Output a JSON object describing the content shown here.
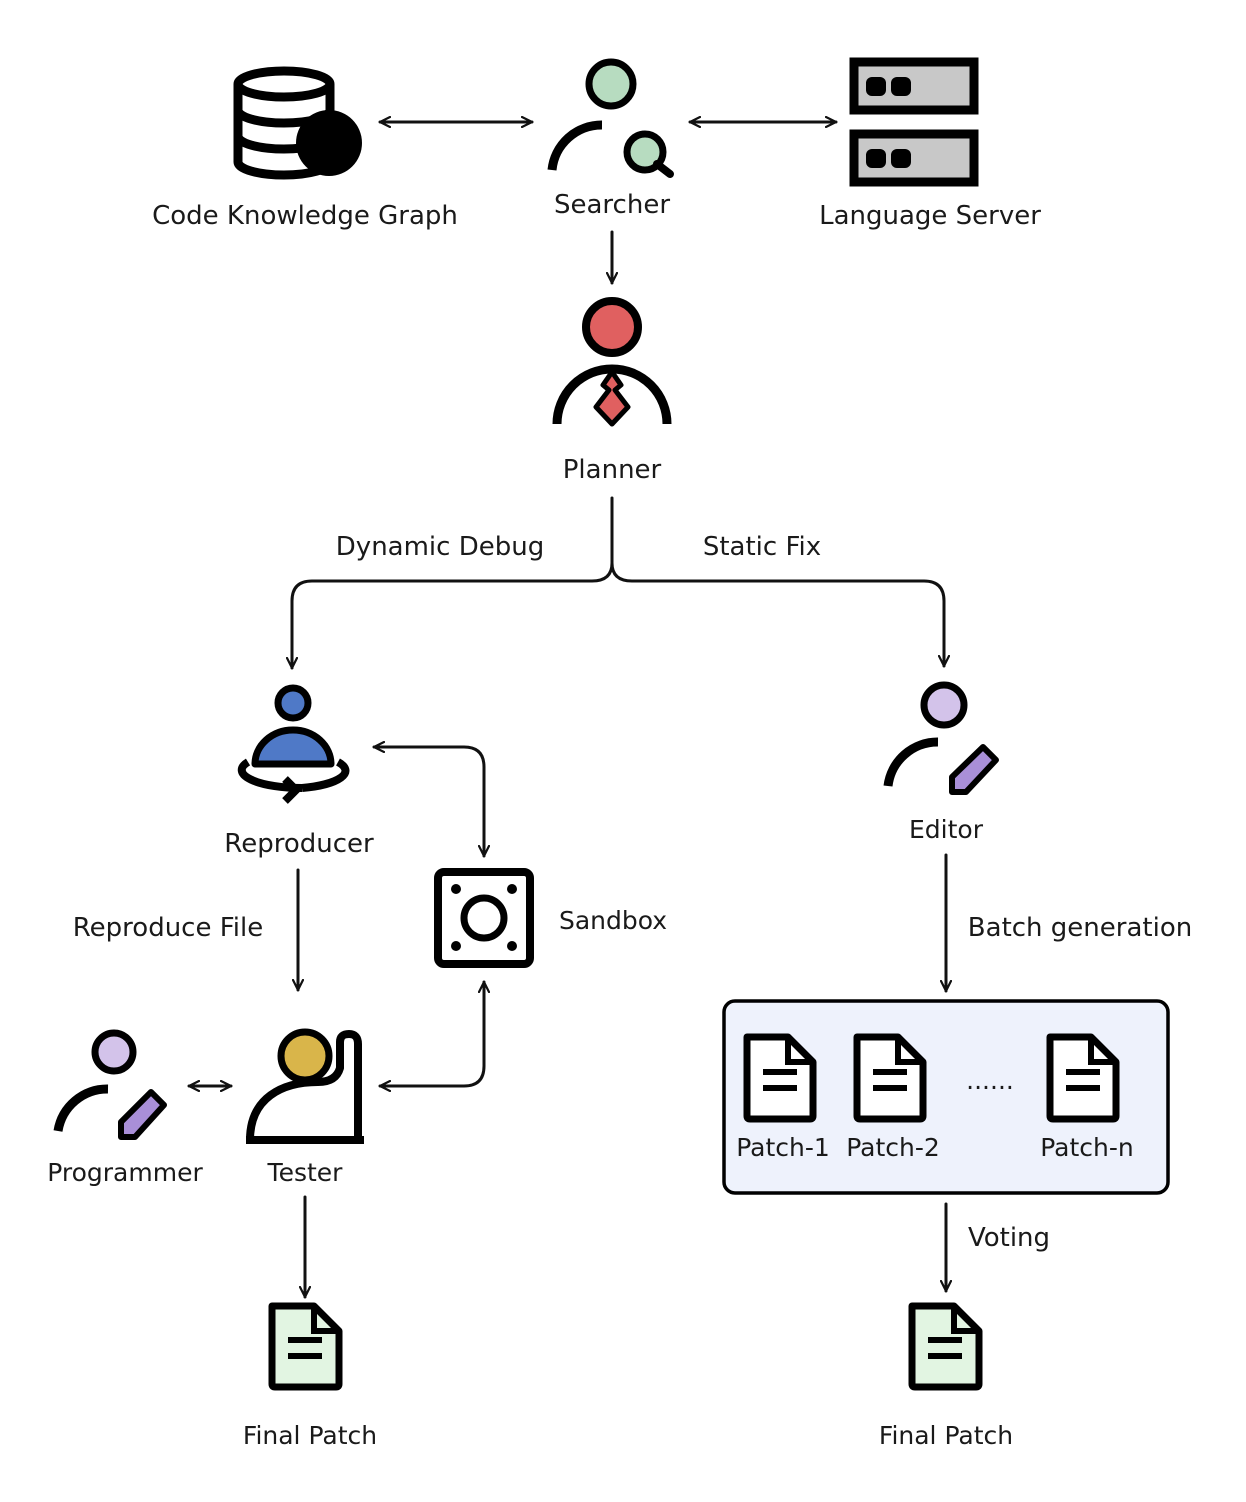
{
  "nodes": {
    "code_knowledge_graph": "Code Knowledge Graph",
    "searcher": "Searcher",
    "language_server": "Language Server",
    "planner": "Planner",
    "reproducer": "Reproducer",
    "sandbox": "Sandbox",
    "editor": "Editor",
    "programmer": "Programmer",
    "tester": "Tester",
    "final_patch_left": "Final Patch",
    "final_patch_right": "Final Patch"
  },
  "edges": {
    "dynamic_debug": "Dynamic Debug",
    "static_fix": "Static Fix",
    "reproduce_file": "Reproduce File",
    "batch_generation": "Batch generation",
    "voting": "Voting"
  },
  "patches": {
    "items": [
      "Patch-1",
      "Patch-2",
      "Patch-n"
    ],
    "ellipsis": "......"
  },
  "colors": {
    "searcher_head": "#b7dcc0",
    "planner_head": "#e06060",
    "reproducer": "#4f79c7",
    "editor_head": "#d3c3ea",
    "tester_head": "#d9b54a",
    "final_patch_fill": "#e2f5e2",
    "patch_box_fill": "#eef2fc",
    "server_fill": "#c8c8c8"
  }
}
